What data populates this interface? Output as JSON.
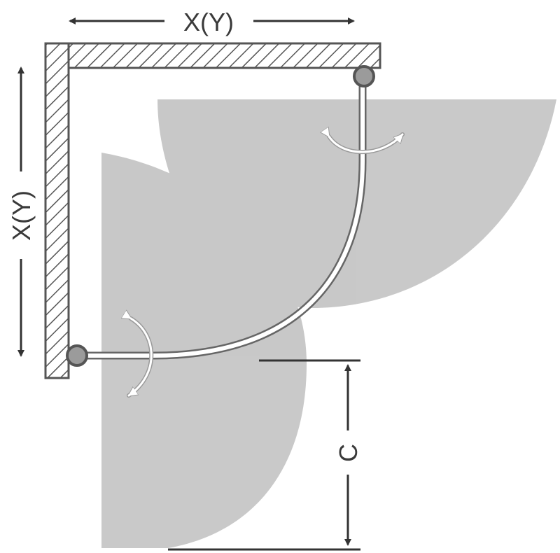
{
  "dimensions": {
    "top_width_label": "X(Y)",
    "left_depth_label": "X(Y)",
    "door_clearance_label": "C"
  },
  "colors": {
    "door_swing_fill": "#a8a8a8",
    "wall_outline": "#555555",
    "rail_stroke": "#666666",
    "dimension_line": "#333333",
    "swing_arrow": "#ffffff"
  },
  "icons": {
    "pivot_top_right": "hinge-pivot-icon",
    "pivot_bottom_left": "hinge-pivot-icon",
    "swing_arrows": "double-arrow-icon"
  }
}
